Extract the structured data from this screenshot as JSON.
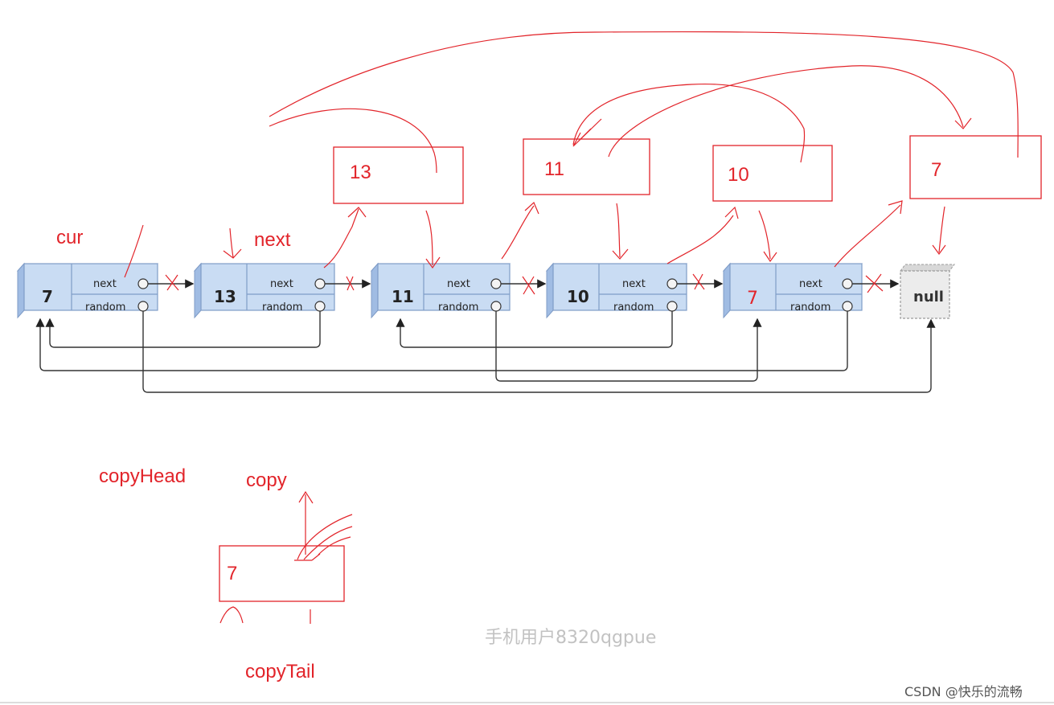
{
  "original_list": {
    "nodes": [
      {
        "value": "7",
        "next_label": "next",
        "random_label": "random"
      },
      {
        "value": "13",
        "next_label": "next",
        "random_label": "random"
      },
      {
        "value": "11",
        "next_label": "next",
        "random_label": "random"
      },
      {
        "value": "10",
        "next_label": "next",
        "random_label": "random"
      },
      {
        "value": "7",
        "next_label": "next",
        "random_label": "random"
      }
    ],
    "null_label": "null"
  },
  "copied_nodes": [
    "13",
    "11",
    "10",
    "7"
  ],
  "pointer_labels": {
    "cur": "cur",
    "next": "next",
    "copy_head": "copyHead",
    "copy": "copy",
    "copy_tail": "copyTail"
  },
  "copy_node_value": "7",
  "cross_mark": "X",
  "watermark": "手机用户8320qgpue",
  "credit": "CSDN @快乐的流畅",
  "colors": {
    "annotation": "#e2242a",
    "node_fill": "#c9dcf3",
    "node_border": "#7f9cc7",
    "pointer_line": "#333333"
  }
}
